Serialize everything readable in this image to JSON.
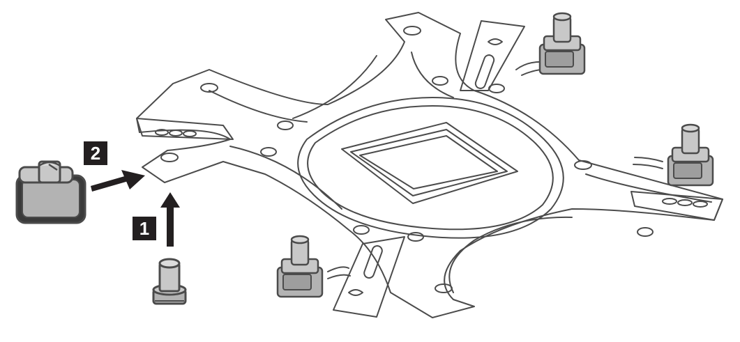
{
  "colors": {
    "outline": "#4b4b4b",
    "part_fill": "#b3b3b3",
    "part_fill_light": "#c8c8c8",
    "badge_bg": "#231f20",
    "badge_text": "#ffffff"
  },
  "icons": [
    "cpu-bracket",
    "standoff-screw",
    "retention-clip",
    "arrow"
  ],
  "steps": [
    {
      "number": "1"
    },
    {
      "number": "2"
    }
  ]
}
